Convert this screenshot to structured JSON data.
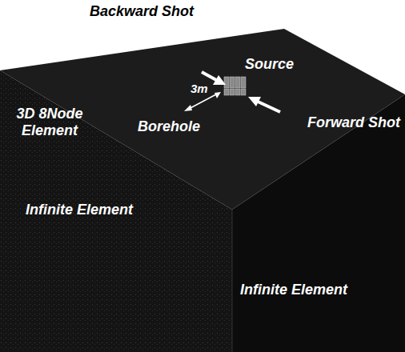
{
  "diagram": {
    "labels": [
      "Backward Shot",
      "Source",
      "3m",
      "3D 8Node Element",
      "Borehole",
      "Forward Shot",
      "Infinite Element",
      "Infinite Element"
    ]
  }
}
